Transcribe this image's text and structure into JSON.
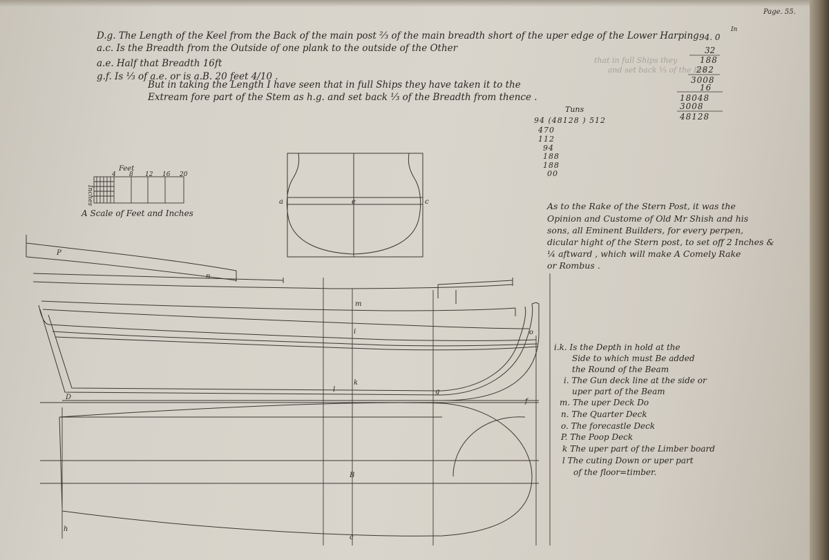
{
  "page": {
    "number": "Page. 55."
  },
  "notes_top": {
    "line1": "D.g. The Length of the Keel from the Back of the main post ⅔ of the main breadth short of the uper edge of the Lower Harping",
    "line1_value": "94. 0",
    "line1_unit": "In",
    "line2": "a.c. Is the Breadth from the Outside of one plank to the outside of the Other",
    "line2_value": "32",
    "line3": "a.e. Half that Breadth 16ft",
    "line4": "g.f. Is ⅓ of a.e. or is a.B. 20 feet 4/10 .",
    "line5": "But in taking the Length I have seen that in full Ships they have taken it to the",
    "line6": "Extream fore part of the Stem as h.g. and set back ⅓ of the Breadth from thence ."
  },
  "arithmetic": {
    "stack": [
      "188",
      "282",
      "3008",
      "16",
      "18048",
      "3008",
      "48128"
    ],
    "tons_label": "Tuns",
    "division": "94 (48128 ) 512",
    "remainders": [
      "470",
      "112",
      "94",
      "188",
      "188",
      "00"
    ]
  },
  "ghost_text": [
    "that in full Ships they",
    "and set back ⅓ of the Bre"
  ],
  "scale": {
    "title": "Feet",
    "ticks": [
      "4",
      "8",
      "12",
      "16",
      "20"
    ],
    "side": "Inches",
    "caption": "A Scale of Feet and Inches"
  },
  "midsection_labels": {
    "a": "a",
    "e": "e",
    "c": "c"
  },
  "stern_note": [
    "As to the Rake of the Stern Post, it was the",
    "Opinion and Custome of Old Mr Shish and his",
    "sons, all Eminent Builders, for every perpen,",
    "dicular hight of the Stern post, to set off 2 Inches &",
    "¼ aftward , which will make A Comely Rake",
    "or Rombus ."
  ],
  "legend": [
    "i.k. Is the Depth in hold at the",
    "Side to which must Be added",
    "the Round of the Beam",
    "i. The Gun deck line at the side or",
    "uper part of the Beam",
    "m. The uper Deck Do",
    "n. The Quarter Deck",
    "o. The forecastle Deck",
    "P. The Poop Deck",
    "k The uper part of the Limber board",
    "l The cuting Down or uper part",
    "of the floor=timber."
  ],
  "hull_labels": {
    "P": "P",
    "n": "n",
    "m": "m",
    "i": "i",
    "k": "k",
    "l": "l",
    "o": "o",
    "g": "g",
    "f": "f",
    "D": "D",
    "B": "B",
    "h": "h",
    "c": "c"
  }
}
